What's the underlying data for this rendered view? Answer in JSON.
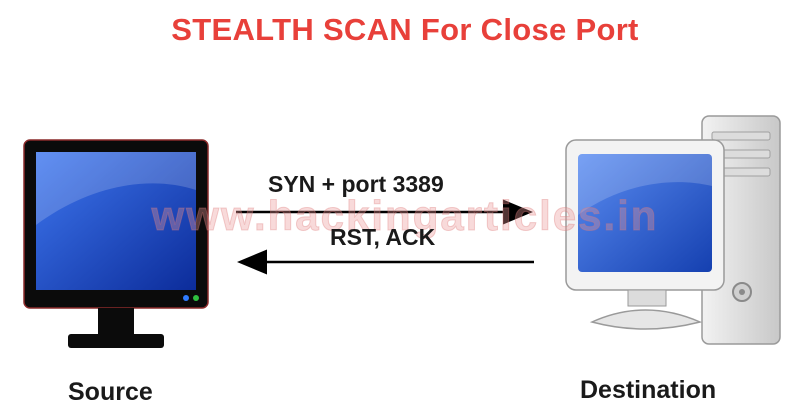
{
  "title": "STEALTH SCAN For Close Port",
  "watermark": "www.hackingarticles.in",
  "nodes": {
    "source": "Source",
    "destination": "Destination"
  },
  "messages": {
    "request": "SYN + port 3389",
    "response": "RST, ACK"
  },
  "colors": {
    "title": "#e8403a",
    "screen": "#1a44b8"
  },
  "icons": {
    "source": "monitor-icon",
    "destination": "desktop-computer-icon"
  }
}
